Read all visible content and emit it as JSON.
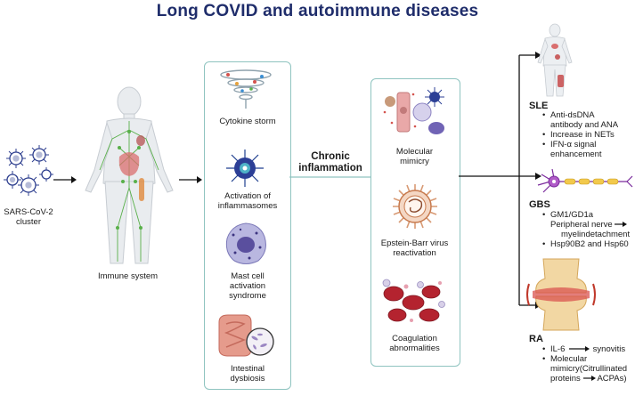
{
  "title": "Long COVID and  autoimmune diseases",
  "virus": {
    "label_line1": "SARS-CoV-2",
    "label_line2": "cluster"
  },
  "immune": {
    "label": "Immune system"
  },
  "panel1": [
    {
      "label_lines": [
        "Cytokine storm"
      ]
    },
    {
      "label_lines": [
        "Activation of",
        "inflammasomes"
      ]
    },
    {
      "label_lines": [
        "Mast cell",
        "activation",
        "syndrome"
      ]
    },
    {
      "label_lines": [
        "Intestinal",
        "dysbiosis"
      ]
    }
  ],
  "middle": {
    "line1": "Chronic",
    "line2": "inflammation"
  },
  "panel2": [
    {
      "label_lines": [
        "Molecular",
        "mimicry"
      ]
    },
    {
      "label_lines": [
        "Epstein-Barr virus",
        "reactivation"
      ]
    },
    {
      "label_lines": [
        "Coagulation",
        "abnormalities"
      ]
    }
  ],
  "diseases": {
    "sle": {
      "name": "SLE",
      "items": [
        [
          "Anti-dsDNA",
          "antibody and ANA"
        ],
        [
          "Increase in NETs"
        ],
        [
          "IFN-α signal",
          "enhancement"
        ]
      ]
    },
    "gbs": {
      "name": "GBS",
      "item1": "GM1/GD1a",
      "item1_line2": "Peripheral nerve",
      "item1_line3": "myelindetachment",
      "item2": "Hsp90B2 and Hsp60"
    },
    "ra": {
      "name": "RA",
      "item1_left": "IL-6",
      "item1_right": "synovitis",
      "item2_lines": [
        "Molecular",
        "mimicry(Citrullinated",
        "proteins"
      ],
      "item2_end": "ACPAs)"
    }
  },
  "colors": {
    "title": "#1f2d6b",
    "panel_border": "#8fc4c0",
    "virus": "#2e3f8f",
    "body": "#e9ecef",
    "nerve": "#7a2a9c",
    "bone": "#e6c27a",
    "blood": "#b4232f"
  }
}
